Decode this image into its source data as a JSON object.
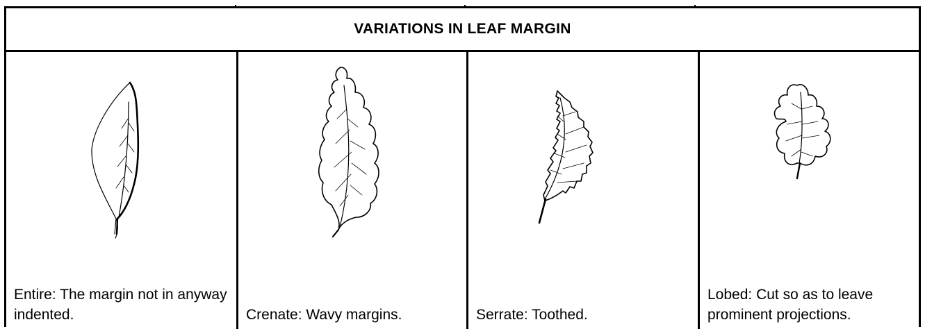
{
  "title": "VARIATIONS IN LEAF MARGIN",
  "cells": [
    {
      "icon": "entire-leaf-icon",
      "description": "Entire: The margin not in anyway indented."
    },
    {
      "icon": "crenate-leaf-icon",
      "description": "Crenate: Wavy margins."
    },
    {
      "icon": "serrate-leaf-icon",
      "description": "Serrate: Toothed."
    },
    {
      "icon": "lobed-leaf-icon",
      "description": "Lobed: Cut so as to leave prominent projections."
    }
  ]
}
